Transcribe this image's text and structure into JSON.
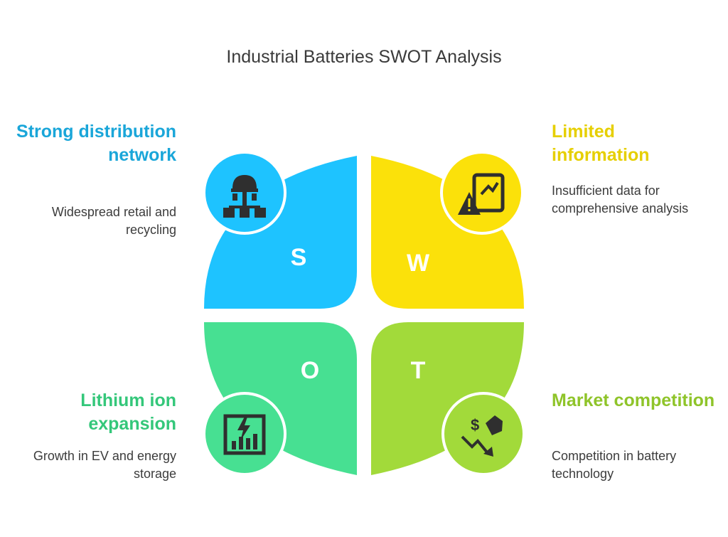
{
  "title": "Industrial Batteries SWOT Analysis",
  "quadrants": {
    "strengths": {
      "letter": "S",
      "heading": "Strong distribution network",
      "description": "Widespread retail and recycling",
      "color": "#1ec3ff",
      "icon": "distribution-network-icon"
    },
    "weaknesses": {
      "letter": "W",
      "heading": "Limited information",
      "description": "Insufficient data for comprehensive analysis",
      "color": "#fbe10a",
      "icon": "chart-warning-icon"
    },
    "opportunities": {
      "letter": "O",
      "heading": "Lithium ion expansion",
      "description": "Growth in EV and energy storage",
      "color": "#47e092",
      "icon": "energy-growth-chart-icon"
    },
    "threats": {
      "letter": "T",
      "heading": "Market competition",
      "description": "Competition in battery technology",
      "color": "#a2da3a",
      "icon": "money-decline-icon"
    }
  }
}
